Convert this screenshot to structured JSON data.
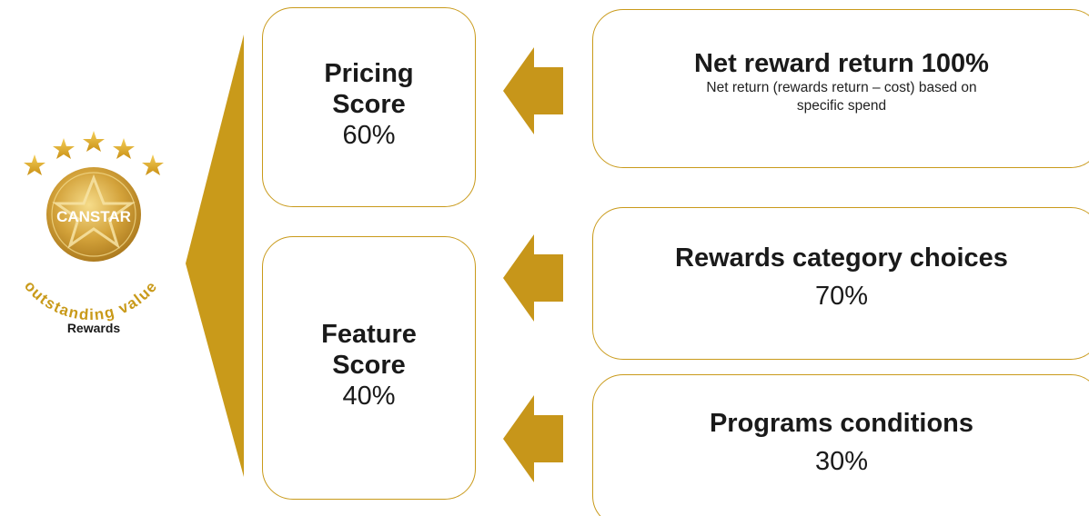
{
  "colors": {
    "gold": "#c99a1a",
    "arrow_gold": "#c7961a",
    "text": "#1a1a1a"
  },
  "badge": {
    "brand": "CANSTAR",
    "arc_text": "outstanding value",
    "label": "Rewards",
    "stars": 5
  },
  "scores": [
    {
      "title_line1": "Pricing",
      "title_line2": "Score",
      "percent": "60%"
    },
    {
      "title_line1": "Feature",
      "title_line2": "Score",
      "percent": "40%"
    }
  ],
  "factors": [
    {
      "title": "Net reward return 100%",
      "subtitle_line1": "Net return (rewards return – cost) based on",
      "subtitle_line2": "specific spend"
    },
    {
      "title": "Rewards category choices",
      "percent": "70%"
    },
    {
      "title": "Programs conditions",
      "percent": "30%"
    }
  ]
}
